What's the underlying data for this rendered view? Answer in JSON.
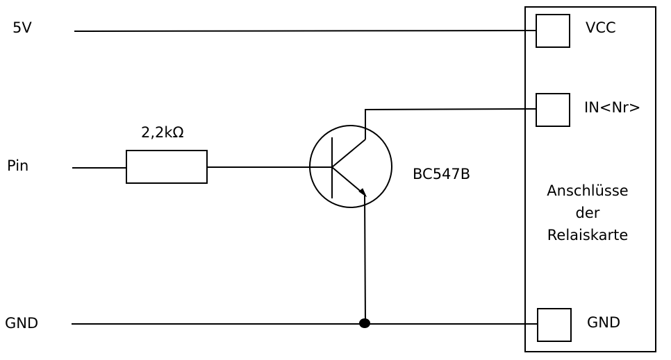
{
  "labels": {
    "supply": "5V",
    "pin": "Pin",
    "ground_left": "GND",
    "resistor_value": "2,2kΩ",
    "transistor_model": "BC547B",
    "vcc": "VCC",
    "input": "IN<Nr>",
    "ground_right": "GND",
    "board_caption": [
      "Anschlüsse",
      "der",
      "Relaiskarte"
    ]
  },
  "colors": {
    "line": "#000000",
    "background": "#ffffff"
  }
}
